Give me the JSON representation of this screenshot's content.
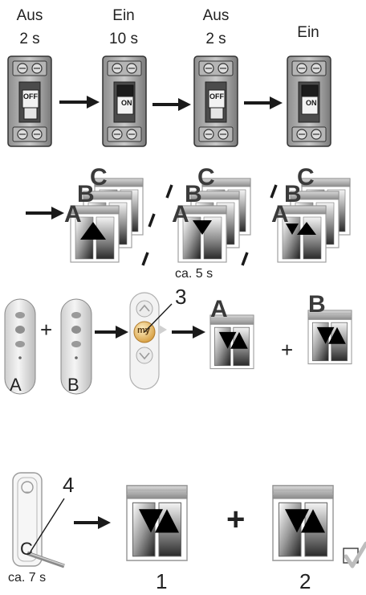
{
  "section1": {
    "steps": [
      {
        "state": "Aus",
        "time": "2 s",
        "switch": "OFF"
      },
      {
        "state": "Ein",
        "time": "10 s",
        "switch": "ON"
      },
      {
        "state": "Aus",
        "time": "2 s",
        "switch": "OFF"
      },
      {
        "state": "Ein",
        "time": "",
        "switch": "ON"
      }
    ]
  },
  "section2": {
    "stack_letters": [
      "C",
      "B",
      "A"
    ],
    "duration": "ca. 5 s"
  },
  "section3": {
    "remote_a": "A",
    "remote_b": "B",
    "plus": "+",
    "my_button": "my",
    "callout": "3",
    "result_a": "A",
    "result_b": "B"
  },
  "section4": {
    "callout": "4",
    "button": "C",
    "duration": "ca. 7 s",
    "result_1": "1",
    "result_2": "2",
    "plus": "+"
  },
  "icons": [
    "breaker-icon",
    "arrow-right-icon",
    "window-shutter-icon",
    "remote-control-icon",
    "checkmark-icon"
  ]
}
